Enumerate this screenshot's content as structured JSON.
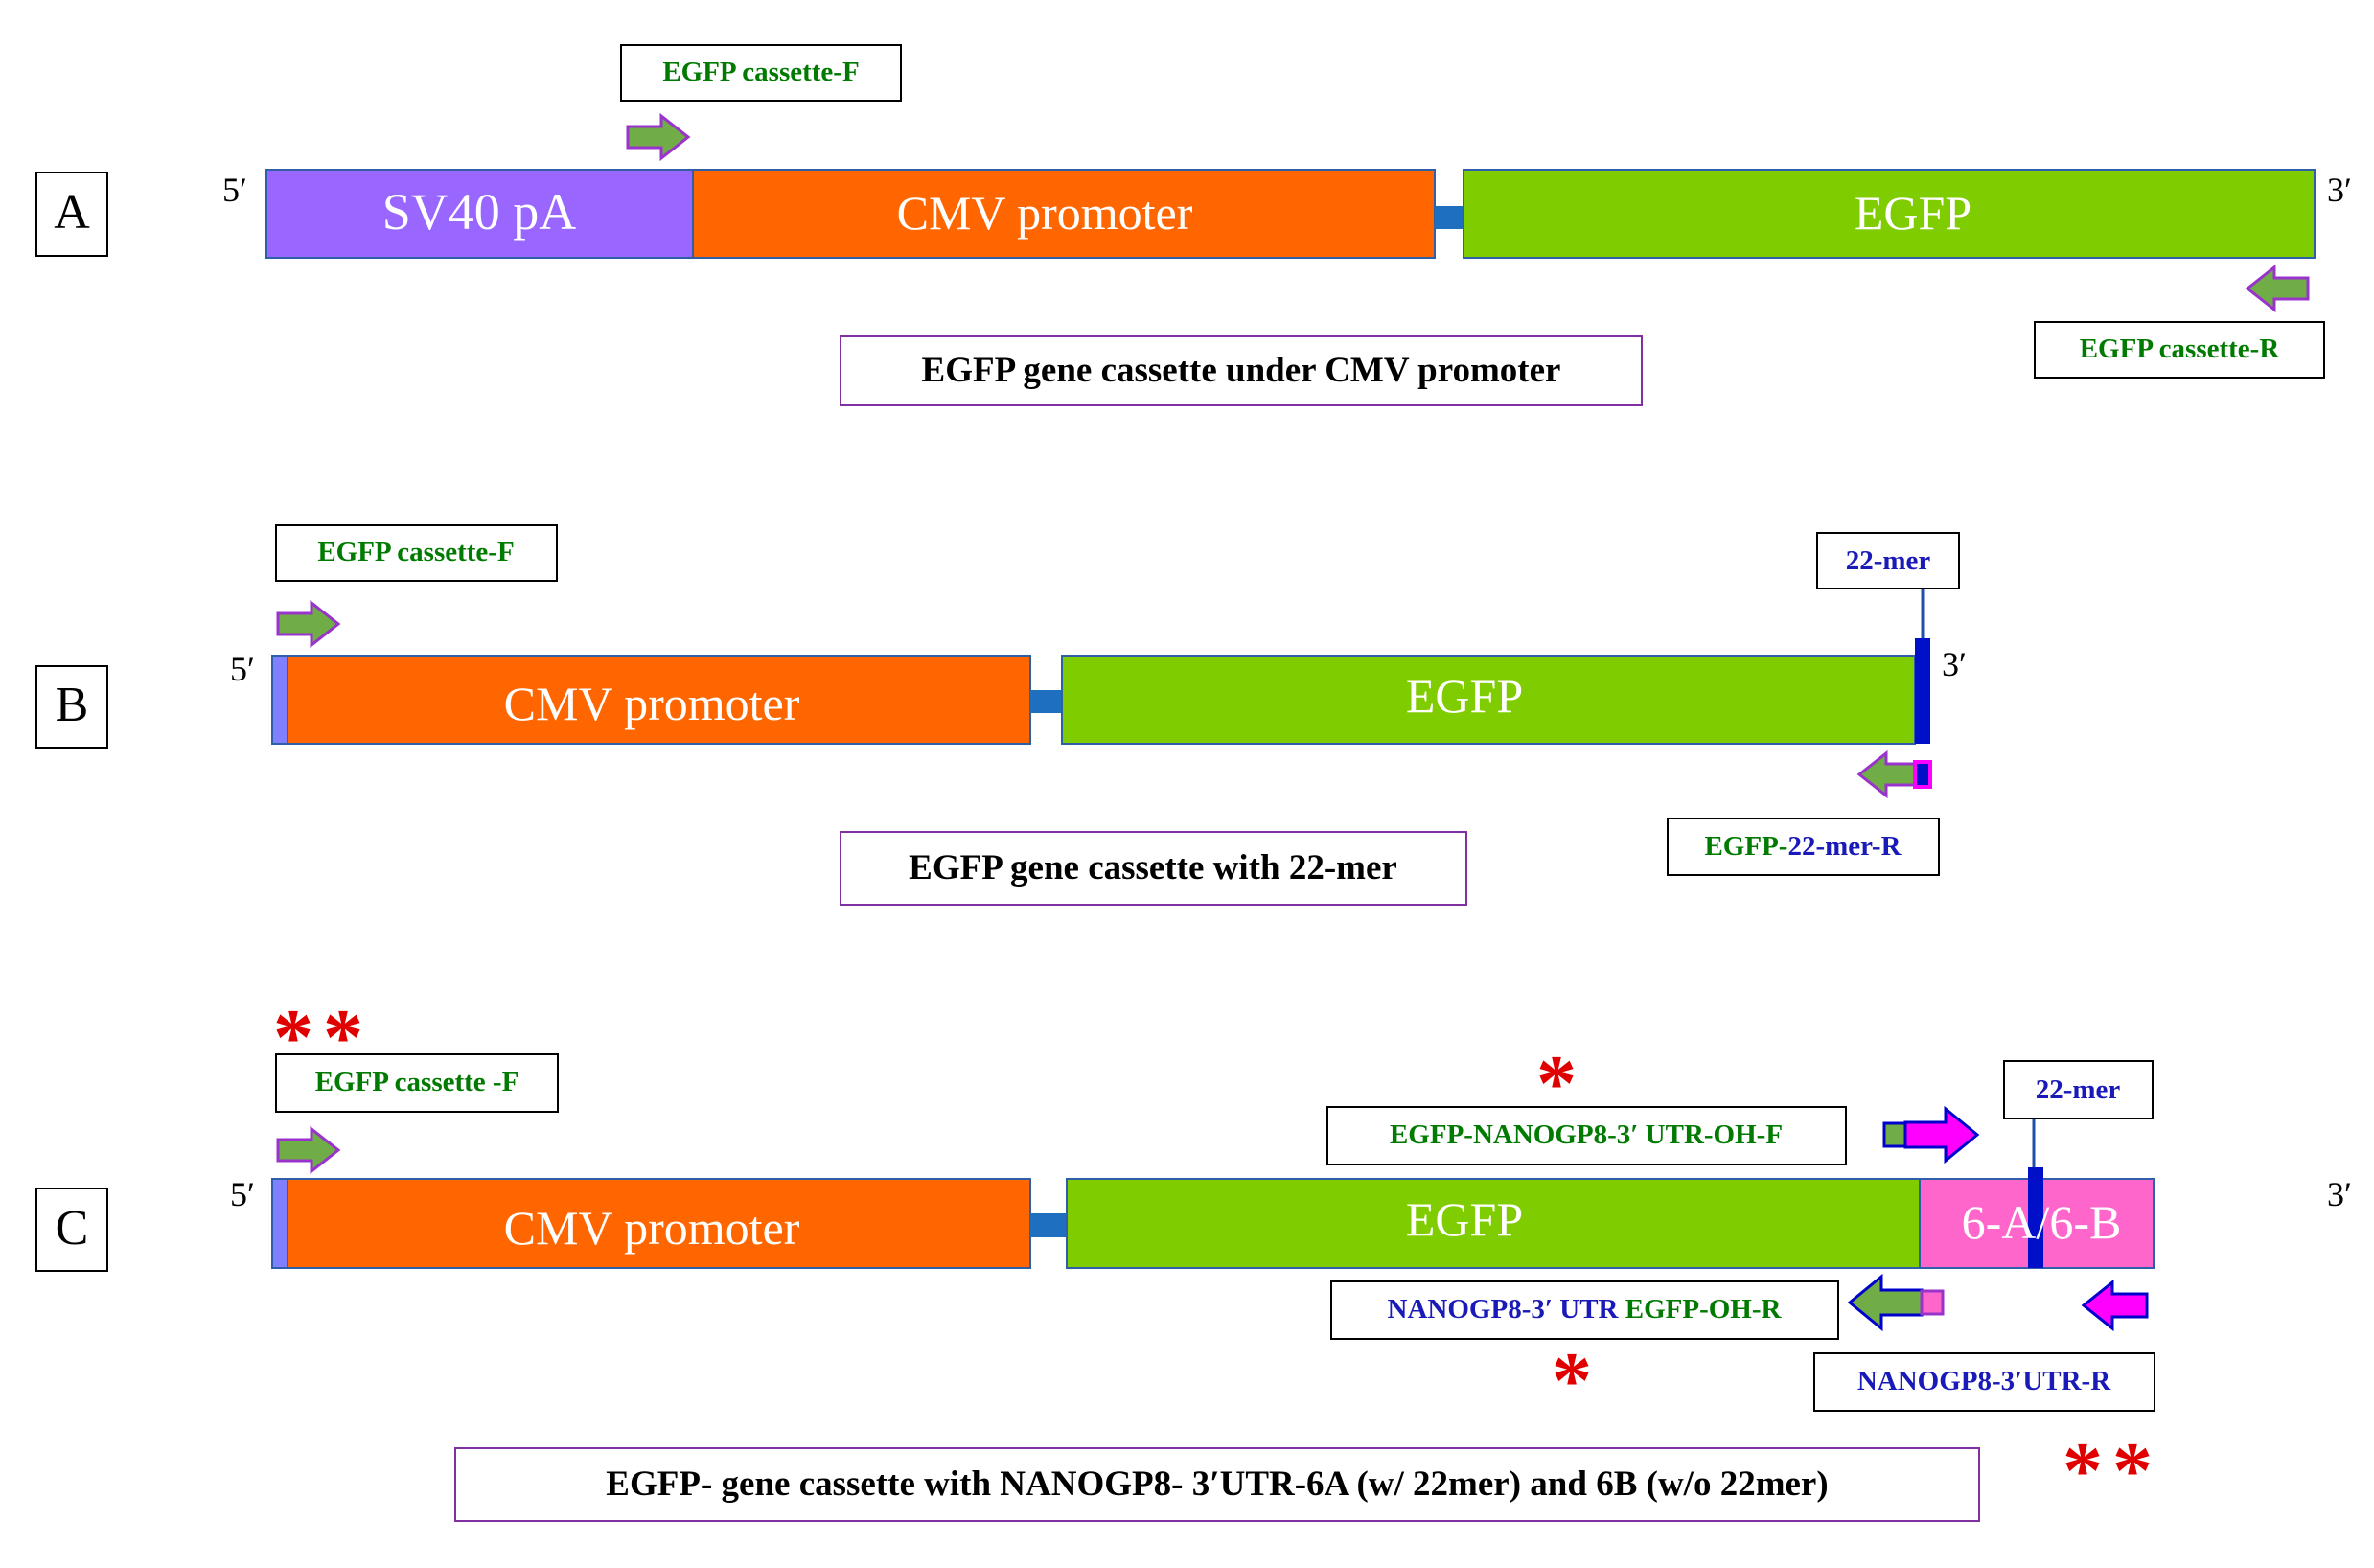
{
  "colors": {
    "sv40": "#9966FF",
    "cmv": "#FF6600",
    "egfp": "#7FCC00",
    "linker": "#1F6FC0",
    "mer": "#0010C8",
    "utr": "#FF66CC",
    "arrow_green": "#70AD47",
    "arrow_magenta": "#FF00FF",
    "arrow_outline_purple": "#9933CC",
    "arrow_outline_blue": "#0000CC",
    "green_text": "#007A00",
    "blue_text": "#1A1AB8",
    "star": "#E00000",
    "caption_border": "#8030A0"
  },
  "panels": {
    "A": {
      "letter": "A",
      "five_prime": "5′",
      "three_prime": "3′",
      "sv40": "SV40 pA",
      "cmv": "CMV promoter",
      "egfp": "EGFP",
      "primer_f": "EGFP cassette-F",
      "primer_r": "EGFP cassette-R",
      "caption": "EGFP gene cassette under CMV promoter"
    },
    "B": {
      "letter": "B",
      "five_prime": "5′",
      "three_prime": "3′",
      "cmv": "CMV promoter",
      "egfp": "EGFP",
      "mer": "22-mer",
      "primer_f": "EGFP cassette-F",
      "primer_r_prefix": "EGFP-",
      "primer_r_suffix": "22-mer-R",
      "caption": "EGFP gene cassette with 22-mer"
    },
    "C": {
      "letter": "C",
      "five_prime": "5′",
      "three_prime": "3′",
      "cmv": "CMV promoter",
      "egfp": "EGFP",
      "utr": "6-A/6-B",
      "mer": "22-mer",
      "primer_f": "EGFP cassette -F",
      "primer_oh_f_prefix": "EGFP-",
      "primer_oh_f_suffix": "NANOGP8-3′ UTR-OH-F",
      "primer_oh_r_prefix": "NANOGP8-3′ UTR ",
      "primer_oh_r_suffix": "EGFP-OH-R",
      "primer_utr_r": "NANOGP8-3′UTR-R",
      "single_star": "*",
      "double_star": "**",
      "caption": "EGFP- gene cassette with NANOGP8- 3′UTR-6A (w/ 22mer) and 6B (w/o 22mer)"
    }
  }
}
